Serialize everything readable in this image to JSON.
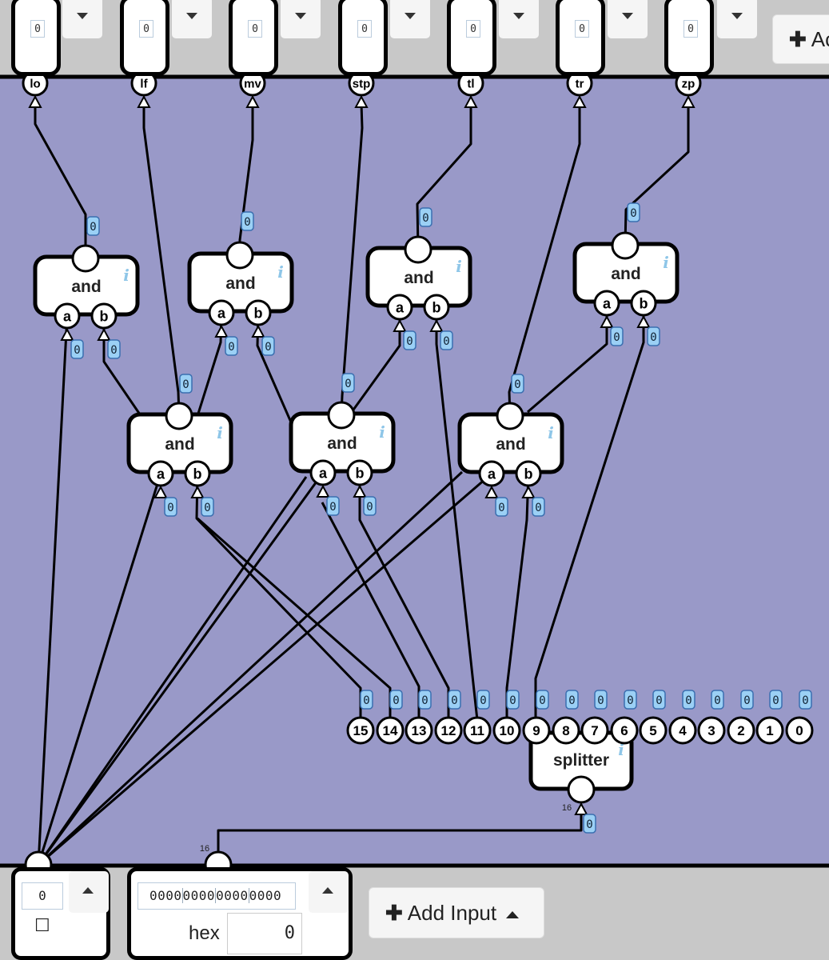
{
  "outputs": [
    {
      "name": "lo",
      "value": "0"
    },
    {
      "name": "lf",
      "value": "0"
    },
    {
      "name": "mv",
      "value": "0"
    },
    {
      "name": "stp",
      "value": "0"
    },
    {
      "name": "tl",
      "value": "0"
    },
    {
      "name": "tr",
      "value": "0"
    },
    {
      "name": "zp",
      "value": "0"
    }
  ],
  "top_add_label": "Ac",
  "gates": [
    {
      "label": "and",
      "in_a": "a",
      "in_b": "b",
      "out": "0",
      "val_a": "0",
      "val_b": "0"
    },
    {
      "label": "and",
      "in_a": "a",
      "in_b": "b",
      "out": "0",
      "val_a": "0",
      "val_b": "0"
    },
    {
      "label": "and",
      "in_a": "a",
      "in_b": "b",
      "out": "0",
      "val_a": "0",
      "val_b": "0"
    },
    {
      "label": "and",
      "in_a": "a",
      "in_b": "b",
      "out": "0",
      "val_a": "0",
      "val_b": "0"
    },
    {
      "label": "and",
      "in_a": "a",
      "in_b": "b",
      "out": "0",
      "val_a": "0",
      "val_b": "0"
    },
    {
      "label": "and",
      "in_a": "a",
      "in_b": "b",
      "out": "0",
      "val_a": "0",
      "val_b": "0"
    },
    {
      "label": "and",
      "in_a": "a",
      "in_b": "b",
      "out": "0",
      "val_a": "0",
      "val_b": "0"
    }
  ],
  "info_glyph": "i",
  "splitter": {
    "label": "splitter",
    "bits": [
      "15",
      "14",
      "13",
      "12",
      "11",
      "10",
      "9",
      "8",
      "7",
      "6",
      "5",
      "4",
      "3",
      "2",
      "1",
      "0"
    ],
    "bit_values": [
      "0",
      "0",
      "0",
      "0",
      "0",
      "0",
      "0",
      "0",
      "0",
      "0",
      "0",
      "0",
      "0",
      "0",
      "0",
      "0"
    ],
    "in_width": "16",
    "in_value": "0"
  },
  "bus_width_label": "16",
  "inputs": {
    "bit_input": {
      "value": "0",
      "checkbox_glyph": "☐"
    },
    "word_input": {
      "bits": "0000000000000000",
      "groups": [
        "0000",
        "0000",
        "0000",
        "0000"
      ],
      "hex_label": "hex",
      "hex_value": "0"
    }
  },
  "add_input_label": "Add Input",
  "colors": {
    "canvas": "#9999c8",
    "toolbar": "#c8c8c8",
    "wire": "#000000",
    "value_tag": "#9bd0f5",
    "info": "#8ec6e8"
  }
}
